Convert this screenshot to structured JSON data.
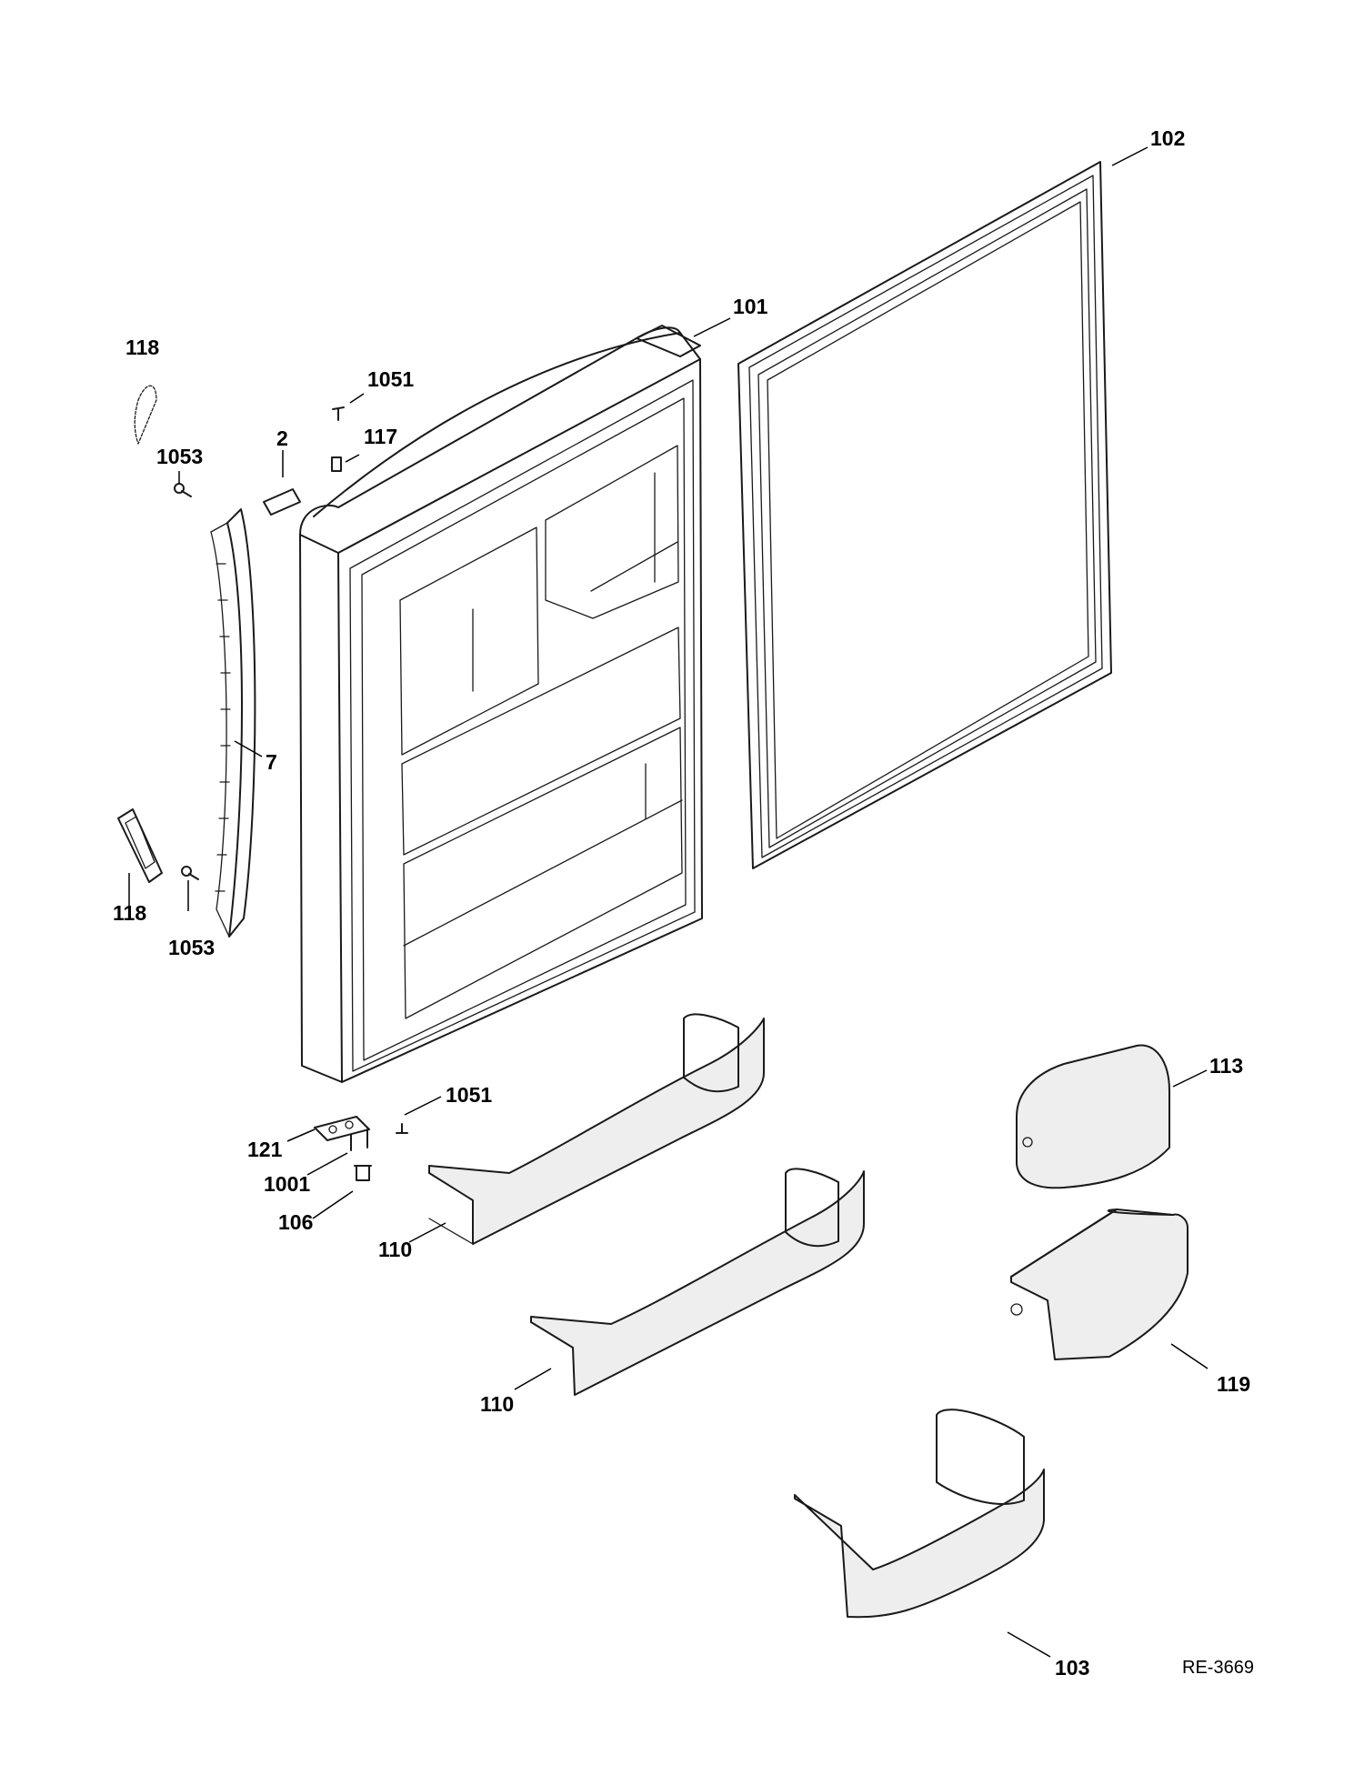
{
  "callouts": {
    "c102": "102",
    "c101": "101",
    "c118_top": "118",
    "c1051_top": "1051",
    "c117": "117",
    "c2": "2",
    "c1053_top": "1053",
    "c7": "7",
    "c118_bottom": "118",
    "c1053_bottom": "1053",
    "c113": "113",
    "c1051_bottom": "1051",
    "c121": "121",
    "c1001": "1001",
    "c106": "106",
    "c110_upper": "110",
    "c110_lower": "110",
    "c119": "119",
    "c103": "103"
  },
  "drawing_number": "RE-3669"
}
